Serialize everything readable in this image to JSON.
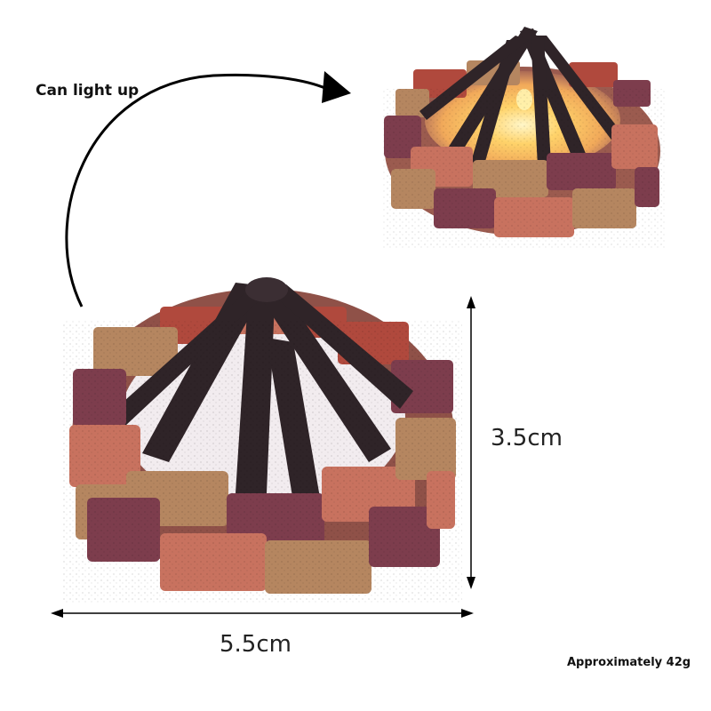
{
  "annotations": {
    "light_label": "Can light up",
    "height": "3.5cm",
    "width": "5.5cm",
    "weight": "Approximately 42g"
  },
  "colors": {
    "brick_red": "#b0493d",
    "brick_tan": "#b58660",
    "brick_maroon": "#7d3d4d",
    "brick_salmon": "#c8725f",
    "wood_dark": "#2f2428",
    "flame_glow": "#ffd36a"
  }
}
